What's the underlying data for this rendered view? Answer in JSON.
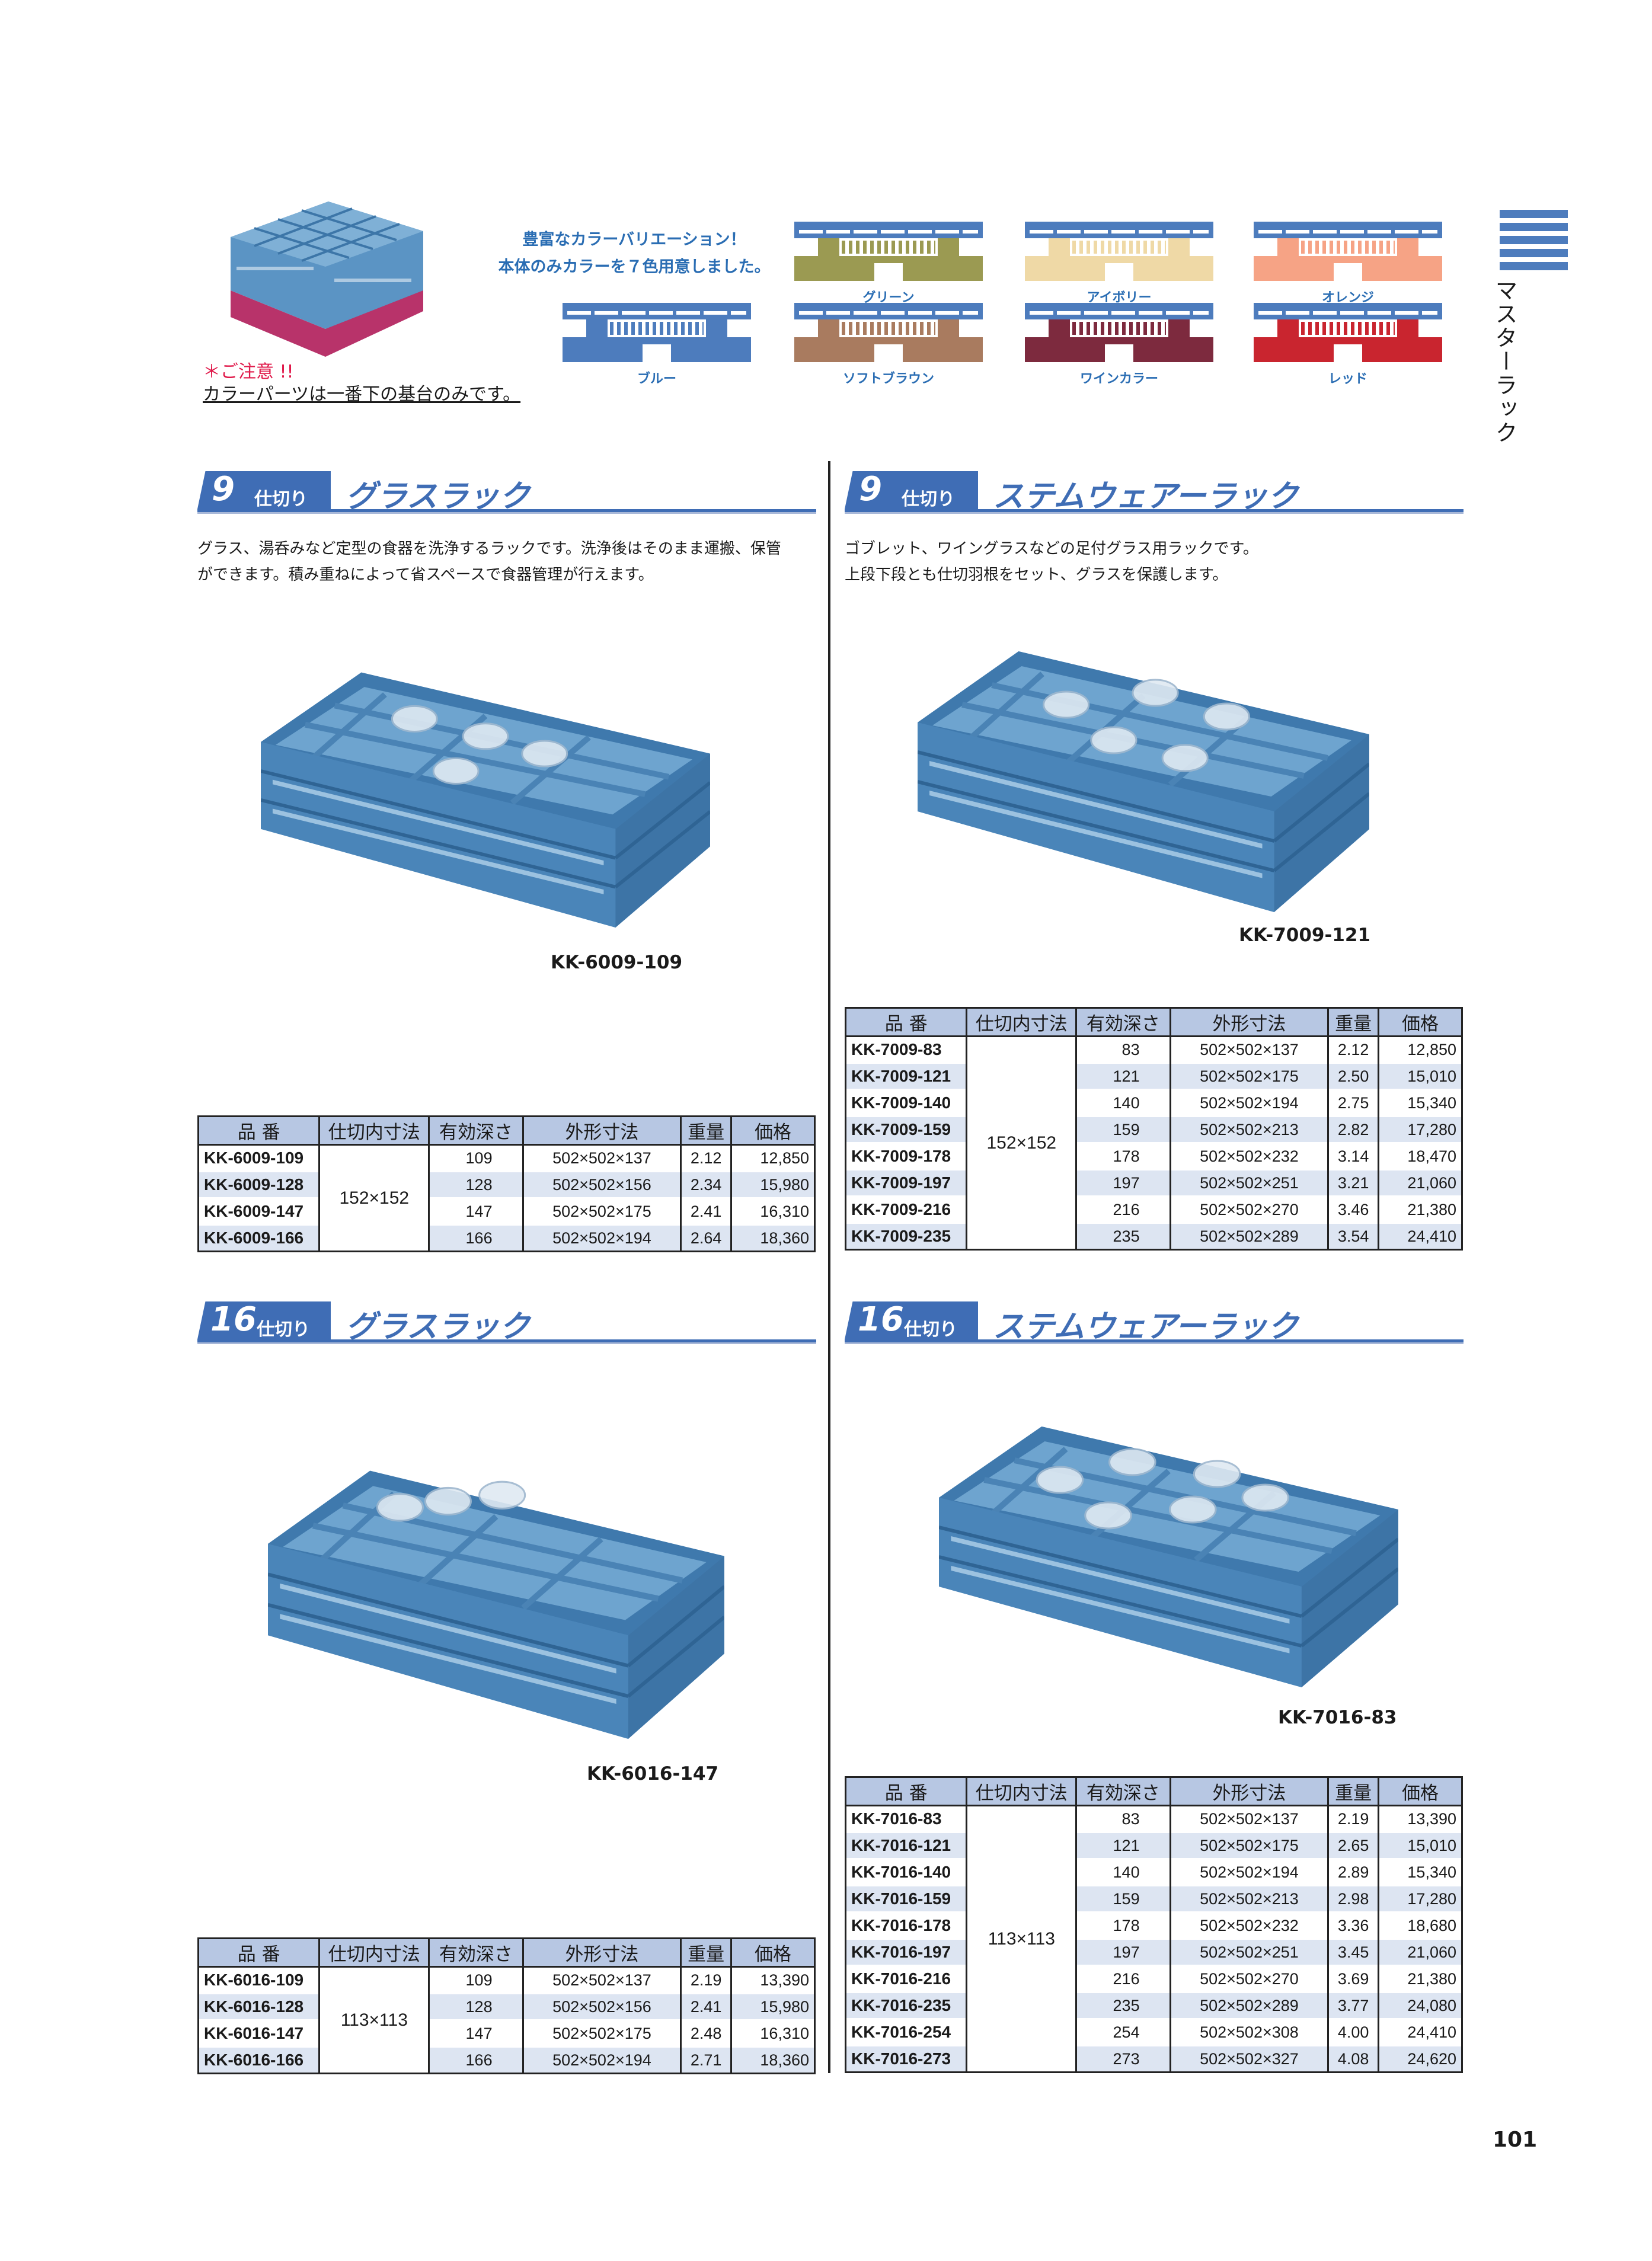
{
  "colors": {
    "accent": "#3f6db5",
    "swatches": [
      "#9b9a52",
      "#efd9a6",
      "#f6a385",
      "#4d7cbd",
      "#a97b5f",
      "#7d2a3e",
      "#c9252f"
    ]
  },
  "header": {
    "tagline_1": "豊富なカラーバリエーション！",
    "tagline_2": "本体のみカラーを７色用意しました。",
    "color_options": [
      {
        "label": "グリーン",
        "color": "#9b9a52"
      },
      {
        "label": "アイボリー",
        "color": "#efd9a6"
      },
      {
        "label": "オレンジ",
        "color": "#f6a385"
      },
      {
        "label": "ブルー",
        "color": "#4d7cbd"
      },
      {
        "label": "ソフトブラウン",
        "color": "#a97b5f"
      },
      {
        "label": "ワインカラー",
        "color": "#7d2a3e"
      },
      {
        "label": "レッド",
        "color": "#c9252f"
      }
    ],
    "caution_title": "＊ご注意 !!",
    "caution_text": "カラーパーツは一番下の基台のみです。"
  },
  "sidebar": {
    "title": "マスターラック"
  },
  "table_headers": [
    "品 番",
    "仕切内寸法",
    "有効深さ",
    "外形寸法",
    "重量",
    "価格"
  ],
  "sections": [
    {
      "num": "9",
      "unit": "仕切り",
      "title": "グラスラック",
      "description": [
        "グラス、湯呑みなど定型の食器を洗浄するラックです。洗浄後はそのまま運搬、保管",
        "ができます。積み重ねによって省スペースで食器管理が行えます。"
      ],
      "model": "KK-6009-109",
      "divider_size": "152×152",
      "rows": [
        [
          "KK-6009-109",
          "109",
          "502×502×137",
          "2.12",
          "12,850"
        ],
        [
          "KK-6009-128",
          "128",
          "502×502×156",
          "2.34",
          "15,980"
        ],
        [
          "KK-6009-147",
          "147",
          "502×502×175",
          "2.41",
          "16,310"
        ],
        [
          "KK-6009-166",
          "166",
          "502×502×194",
          "2.64",
          "18,360"
        ]
      ]
    },
    {
      "num": "9",
      "unit": "仕切り",
      "title": "ステムウェアーラック",
      "description": [
        "ゴブレット、ワイングラスなどの足付グラス用ラックです。",
        "上段下段とも仕切羽根をセット、グラスを保護します。"
      ],
      "model": "KK-7009-121",
      "divider_size": "152×152",
      "rows": [
        [
          "KK-7009-83",
          "83",
          "502×502×137",
          "2.12",
          "12,850"
        ],
        [
          "KK-7009-121",
          "121",
          "502×502×175",
          "2.50",
          "15,010"
        ],
        [
          "KK-7009-140",
          "140",
          "502×502×194",
          "2.75",
          "15,340"
        ],
        [
          "KK-7009-159",
          "159",
          "502×502×213",
          "2.82",
          "17,280"
        ],
        [
          "KK-7009-178",
          "178",
          "502×502×232",
          "3.14",
          "18,470"
        ],
        [
          "KK-7009-197",
          "197",
          "502×502×251",
          "3.21",
          "21,060"
        ],
        [
          "KK-7009-216",
          "216",
          "502×502×270",
          "3.46",
          "21,380"
        ],
        [
          "KK-7009-235",
          "235",
          "502×502×289",
          "3.54",
          "24,410"
        ]
      ]
    },
    {
      "num": "16",
      "unit": "仕切り",
      "title": "グラスラック",
      "model": "KK-6016-147",
      "divider_size": "113×113",
      "rows": [
        [
          "KK-6016-109",
          "109",
          "502×502×137",
          "2.19",
          "13,390"
        ],
        [
          "KK-6016-128",
          "128",
          "502×502×156",
          "2.41",
          "15,980"
        ],
        [
          "KK-6016-147",
          "147",
          "502×502×175",
          "2.48",
          "16,310"
        ],
        [
          "KK-6016-166",
          "166",
          "502×502×194",
          "2.71",
          "18,360"
        ]
      ]
    },
    {
      "num": "16",
      "unit": "仕切り",
      "title": "ステムウェアーラック",
      "model": "KK-7016-83",
      "divider_size": "113×113",
      "rows": [
        [
          "KK-7016-83",
          "83",
          "502×502×137",
          "2.19",
          "13,390"
        ],
        [
          "KK-7016-121",
          "121",
          "502×502×175",
          "2.65",
          "15,010"
        ],
        [
          "KK-7016-140",
          "140",
          "502×502×194",
          "2.89",
          "15,340"
        ],
        [
          "KK-7016-159",
          "159",
          "502×502×213",
          "2.98",
          "17,280"
        ],
        [
          "KK-7016-178",
          "178",
          "502×502×232",
          "3.36",
          "18,680"
        ],
        [
          "KK-7016-197",
          "197",
          "502×502×251",
          "3.45",
          "21,060"
        ],
        [
          "KK-7016-216",
          "216",
          "502×502×270",
          "3.69",
          "21,380"
        ],
        [
          "KK-7016-235",
          "235",
          "502×502×289",
          "3.77",
          "24,080"
        ],
        [
          "KK-7016-254",
          "254",
          "502×502×308",
          "4.00",
          "24,410"
        ],
        [
          "KK-7016-273",
          "273",
          "502×502×327",
          "4.08",
          "24,620"
        ]
      ]
    }
  ],
  "page_number": "101"
}
